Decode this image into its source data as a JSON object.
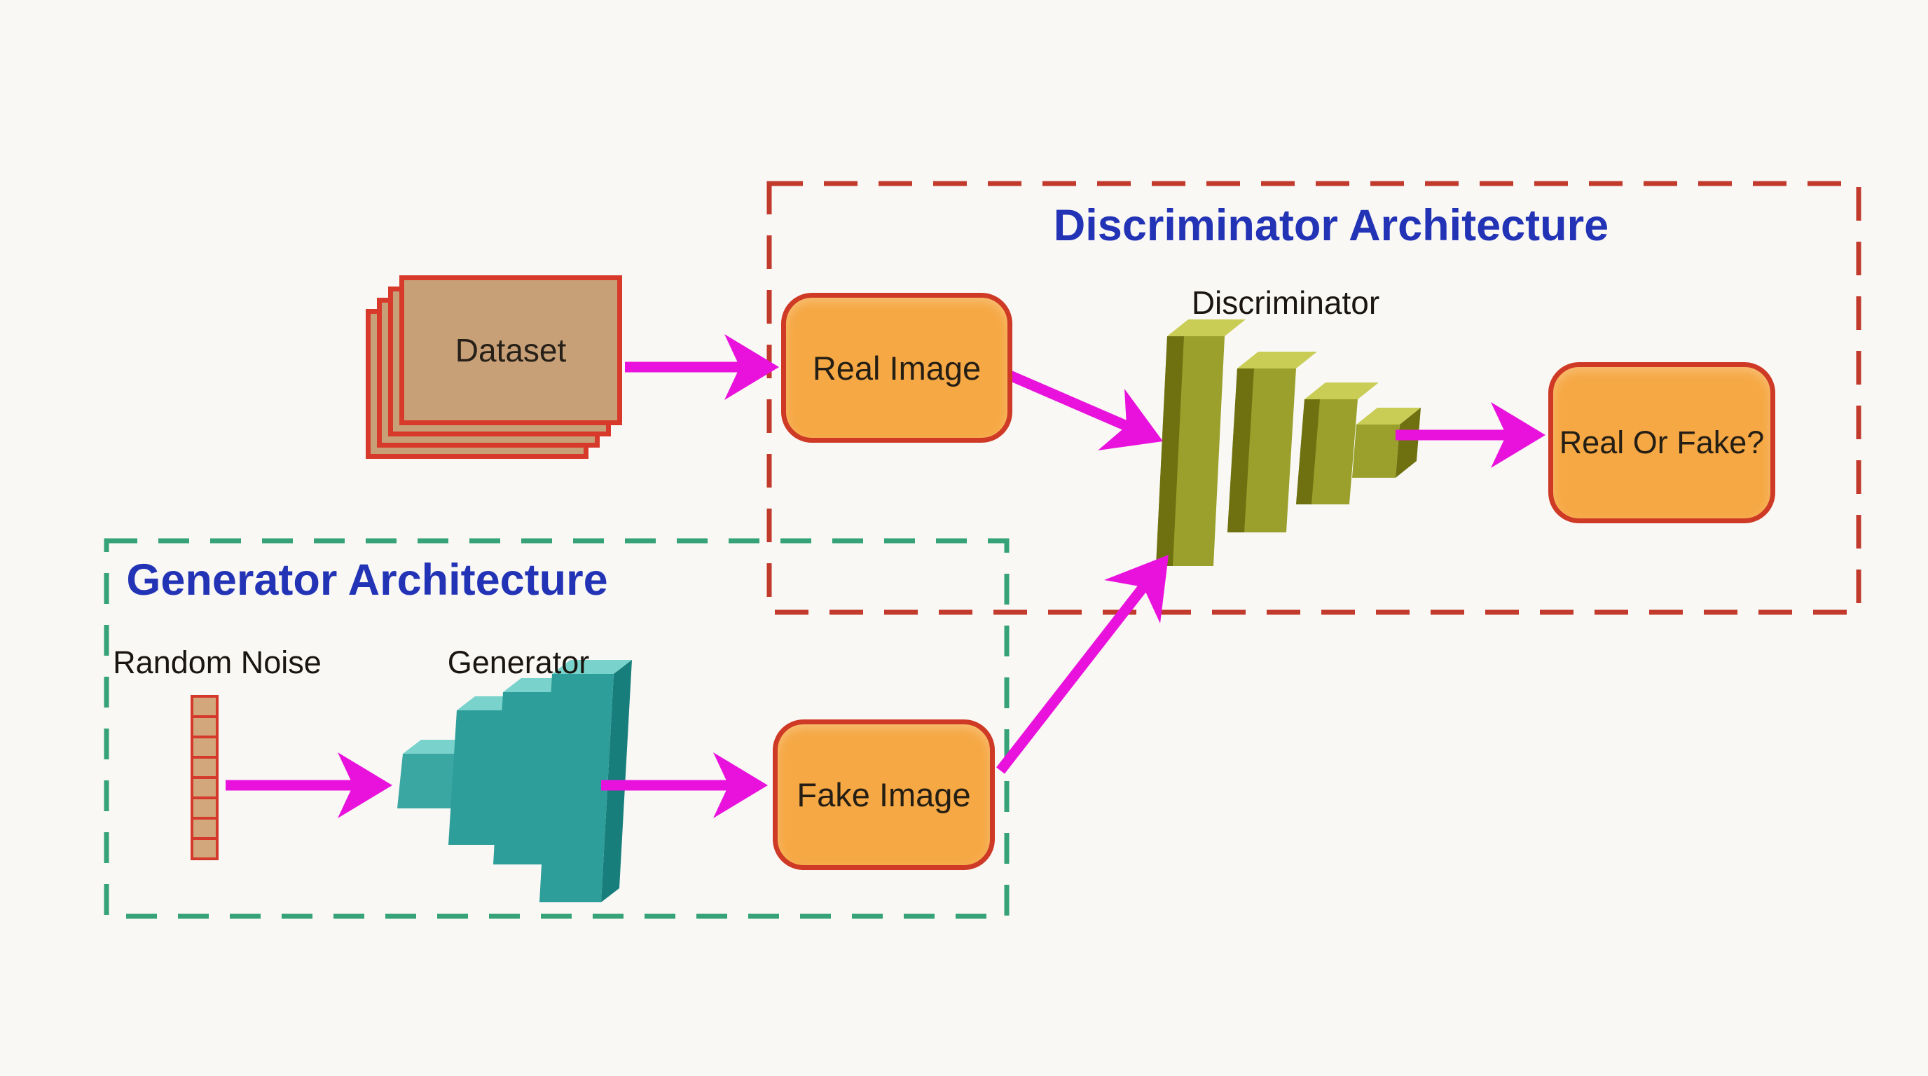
{
  "background": "#f9f8f5",
  "sections": {
    "discriminator": {
      "title": "Discriminator Architecture",
      "border_color": "#c23a2c",
      "border_style": "dashed"
    },
    "generator": {
      "title": "Generator Architecture",
      "border_color": "#35a277",
      "border_style": "dashed"
    }
  },
  "nodes": {
    "dataset": {
      "label": "Dataset",
      "icon": "stacked-images-icon",
      "card_count": 4,
      "fill": "#c8a078",
      "border": "#d73a2b"
    },
    "random_noise": {
      "label": "Random Noise",
      "icon": "noise-vector-icon",
      "cell_count": 8,
      "fill": "#d2a77b",
      "border": "#d5392b"
    },
    "generator": {
      "label": "Generator",
      "icon": "generator-network-icon",
      "layer_count": 4,
      "color_front": "#2e9e9a",
      "color_top": "#79d2cb",
      "color_side": "#187e7b"
    },
    "discriminator": {
      "label": "Discriminator",
      "icon": "discriminator-network-icon",
      "layer_count": 4,
      "color_front": "#9aa02b",
      "color_top": "#c9cd55",
      "color_side": "#6f7110"
    },
    "real_image": {
      "label": "Real Image",
      "fill": "#f6a844",
      "border": "#ce3a26"
    },
    "fake_image": {
      "label": "Fake Image",
      "fill": "#f6a844",
      "border": "#ce3a26"
    },
    "real_or_fake": {
      "label": "Real Or Fake?",
      "fill": "#f6a844",
      "border": "#ce3a26"
    }
  },
  "arrows": {
    "color": "#e912dc",
    "links": [
      {
        "from": "dataset",
        "to": "real_image"
      },
      {
        "from": "real_image",
        "to": "discriminator"
      },
      {
        "from": "random_noise",
        "to": "generator"
      },
      {
        "from": "generator",
        "to": "fake_image"
      },
      {
        "from": "fake_image",
        "to": "discriminator"
      },
      {
        "from": "discriminator",
        "to": "real_or_fake"
      }
    ]
  },
  "text_colors": {
    "section_title": "#2333b6",
    "node_label": "#1a1510",
    "box_text": "#241e15"
  }
}
